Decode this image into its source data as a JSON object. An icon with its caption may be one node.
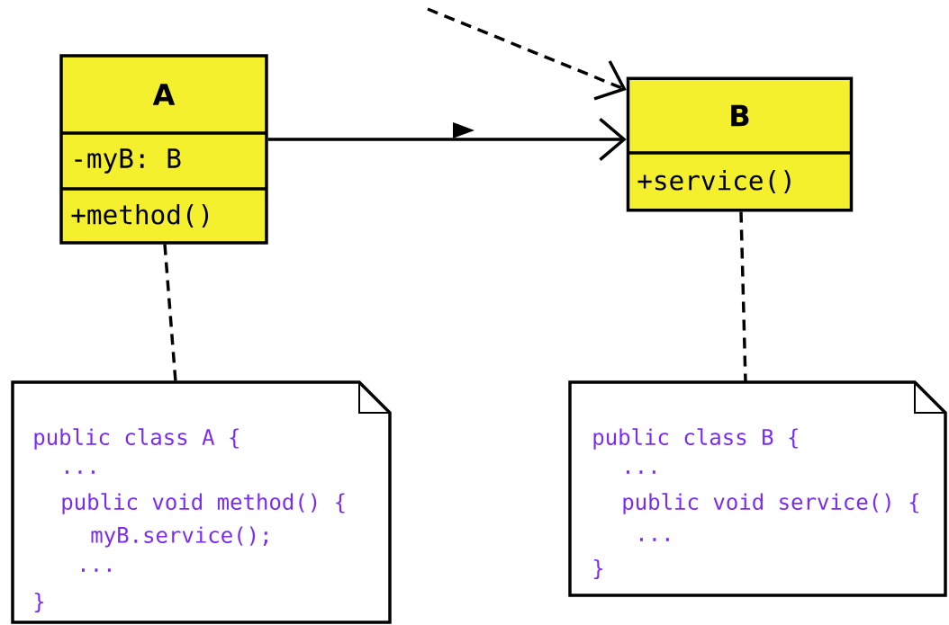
{
  "diagram": {
    "nodes": [
      {
        "text": [
          "A",
          "-myB: B",
          "+method()"
        ]
      },
      {
        "text": [
          "B",
          "+service()"
        ]
      },
      {
        "text": [
          "public class A {",
          "...",
          "public void method() {",
          "myB.service();",
          "...",
          "}"
        ]
      },
      {
        "text": [
          "public class B {",
          "...",
          "public void service() {",
          "...",
          "}"
        ]
      }
    ],
    "edges": [
      {
        "from": 0,
        "to": 1,
        "arrow": "to"
      },
      {
        "from": null,
        "to": 1,
        "arrow": "to",
        "style": "dashed"
      },
      {
        "from": 0,
        "to": 2,
        "arrow": "none",
        "style": "dashed"
      },
      {
        "from": 1,
        "to": 3,
        "arrow": "none",
        "style": "dashed"
      }
    ]
  }
}
